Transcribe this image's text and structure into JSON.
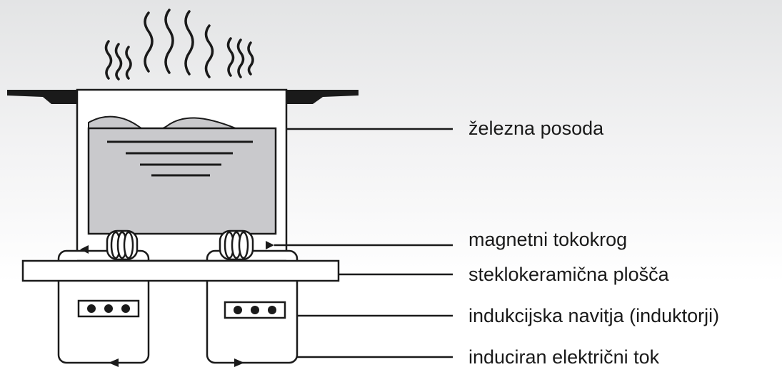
{
  "labels": {
    "iron_pot": "železna posoda",
    "magnetic_circuit": "magnetni tokokrog",
    "ceramic_plate": "steklokeramična plošča",
    "induction_coils": "indukcijska navitja (induktorji)",
    "induced_current": "induciran električni tok"
  },
  "colors": {
    "line": "#1a1a1a",
    "liquid": "#c9c9cc",
    "background_top": "#e3e4e5",
    "background_bottom": "#ffffff"
  }
}
